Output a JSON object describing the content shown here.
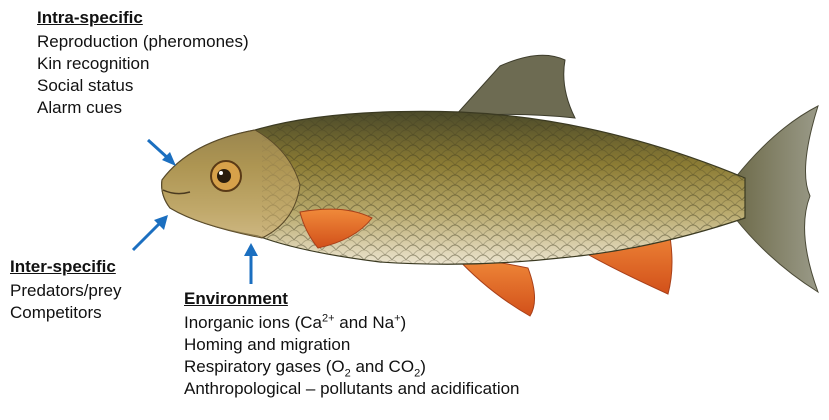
{
  "intra_specific": {
    "heading": "Intra-specific",
    "items": [
      "Reproduction (pheromones)",
      "Kin recognition",
      "Social status",
      "Alarm cues"
    ]
  },
  "inter_specific": {
    "heading": "Inter-specific",
    "items": [
      "Predators/prey",
      "Competitors"
    ]
  },
  "environment": {
    "heading": "Environment",
    "item1": {
      "pre": "Inorganic ions (Ca",
      "sup1": "2+",
      "mid": " and Na",
      "sup2": "+",
      "post": ")"
    },
    "item2": "Homing and migration",
    "item3": {
      "pre": "Respiratory gases (O",
      "sub1": "2",
      "mid": " and CO",
      "sub2": "2",
      "post": ")"
    },
    "item4": "Anthropological – pollutants and acidification"
  },
  "colors": {
    "arrow": "#1b6fc0",
    "fish_body": "#9a8a3a",
    "fish_belly": "#e6dcc0",
    "fins": "#e2641e",
    "tail": "#6a6a50"
  },
  "icons": {
    "fish": "fish-illustration",
    "arrow": "arrow-icon"
  }
}
